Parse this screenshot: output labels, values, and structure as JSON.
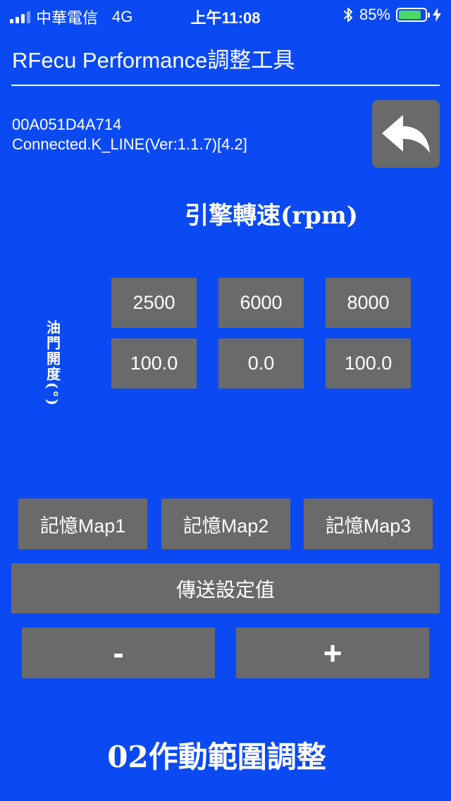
{
  "status_bar": {
    "carrier": "中華電信",
    "network": "4G",
    "time": "上午11:08",
    "battery_percent_text": "85%",
    "battery_level": 0.85
  },
  "header": {
    "title": "RFecu Performance調整工具"
  },
  "device": {
    "id": "00A051D4A714",
    "status": "Connected.K_LINE(Ver:1.1.7)[4.2]"
  },
  "table": {
    "rpm_title": "引擎轉速(rpm)",
    "throttle_label": "油門開度(°)",
    "rpm_values": [
      "2500",
      "6000",
      "8000"
    ],
    "throttle_values": [
      "100.0",
      "0.0",
      "100.0"
    ]
  },
  "buttons": {
    "map1": "記憶Map1",
    "map2": "記憶Map2",
    "map3": "記憶Map3",
    "send": "傳送設定值",
    "minus": "-",
    "plus": "+"
  },
  "footer": {
    "title": "02作動範圍調整"
  },
  "colors": {
    "background": "#0B4AF2",
    "button": "#6a6a6a",
    "battery_fill": "#4CD964"
  },
  "icons": {
    "back": "back-arrow-icon",
    "bluetooth": "bluetooth-icon",
    "charging": "charging-bolt-icon"
  }
}
